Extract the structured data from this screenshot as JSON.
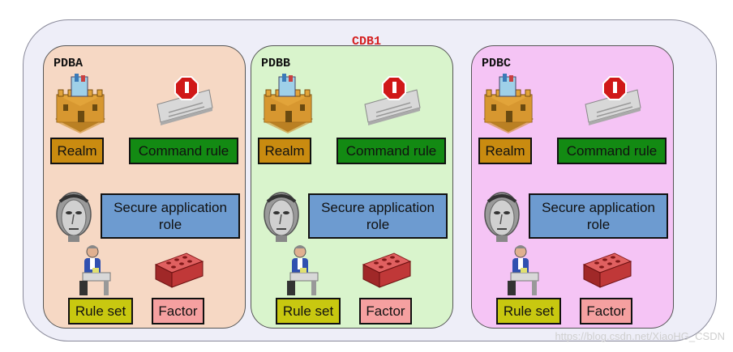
{
  "cdb": {
    "title": "CDB1"
  },
  "pdbs": [
    {
      "title": "PDBA",
      "color": "#f6d8c4",
      "realm_label": "Realm",
      "command_rule_label": "Command rule",
      "secure_app_role_label": "Secure application role",
      "rule_set_label": "Rule set",
      "factor_label": "Factor"
    },
    {
      "title": "PDBB",
      "color": "#d9f4cc",
      "realm_label": "Realm",
      "command_rule_label": "Command rule",
      "secure_app_role_label": "Secure application role",
      "rule_set_label": "Rule set",
      "factor_label": "Factor"
    },
    {
      "title": "PDBC",
      "color": "#f5c4f5",
      "realm_label": "Realm",
      "command_rule_label": "Command rule",
      "secure_app_role_label": "Secure application role",
      "rule_set_label": "Rule set",
      "factor_label": "Factor"
    }
  ],
  "icons": {
    "realm": "castle-icon",
    "command_rule": "stop-sign-icon",
    "secure_app_role": "mask-icon",
    "rule_set": "person-at-desk-icon",
    "factor": "brick-icon"
  },
  "watermark": "https://blog.csdn.net/XiaoHG_CSDN"
}
